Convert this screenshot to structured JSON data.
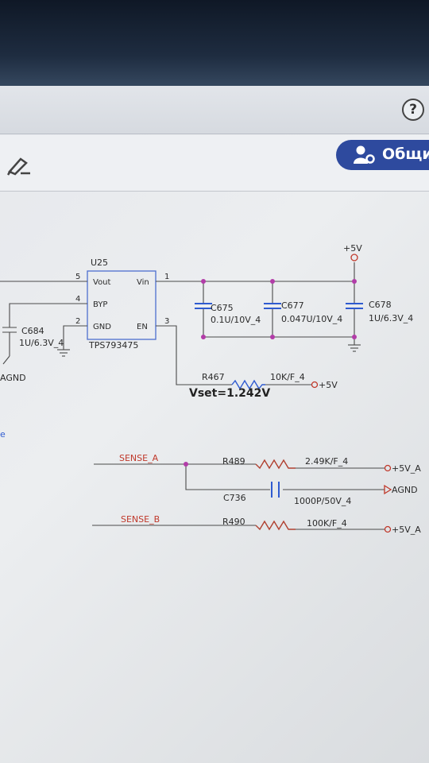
{
  "toolbar": {
    "help_label": "?",
    "share_label": "Общи",
    "share_icon": "user-share-icon",
    "tool_icon": "pen-icon"
  },
  "chip": {
    "ref": "U25",
    "part": "TPS793475",
    "pins": [
      {
        "num": "5",
        "name": "Vout"
      },
      {
        "num": "4",
        "name": "BYP"
      },
      {
        "num": "2",
        "name": "GND"
      },
      {
        "num": "1",
        "name": "Vin"
      },
      {
        "num": "3",
        "name": "EN"
      }
    ]
  },
  "caps": [
    {
      "ref": "C675",
      "value": "0.1U/10V_4"
    },
    {
      "ref": "C677",
      "value": "0.047U/10V_4"
    },
    {
      "ref": "C678",
      "value": "1U/6.3V_4"
    },
    {
      "ref": "C684",
      "value": "1U/6.3V_4"
    }
  ],
  "rails": {
    "top": "+5V",
    "agnd_left": "AGND"
  },
  "r467": {
    "ref": "R467",
    "value": "10K/F_4",
    "net": "+5V"
  },
  "vset": "Vset=1.242V",
  "sense_a": {
    "net": "SENSE_A",
    "r_ref": "R489",
    "r_value": "2.49K/F_4",
    "r_net": "+5V_A",
    "c_ref": "C736",
    "c_value": "1000P/50V_4",
    "c_net": "AGND"
  },
  "sense_b": {
    "net": "SENSE_B",
    "r_ref": "R490",
    "r_value": "100K/F_4",
    "r_net": "+5V_A"
  },
  "stray_left": "e",
  "colors": {
    "share_button": "#2e4a9e",
    "net_red": "#c0392b",
    "wire": "#4a4a4a",
    "junction": "#b23ca8",
    "cap_blue": "#2f5bd0"
  }
}
